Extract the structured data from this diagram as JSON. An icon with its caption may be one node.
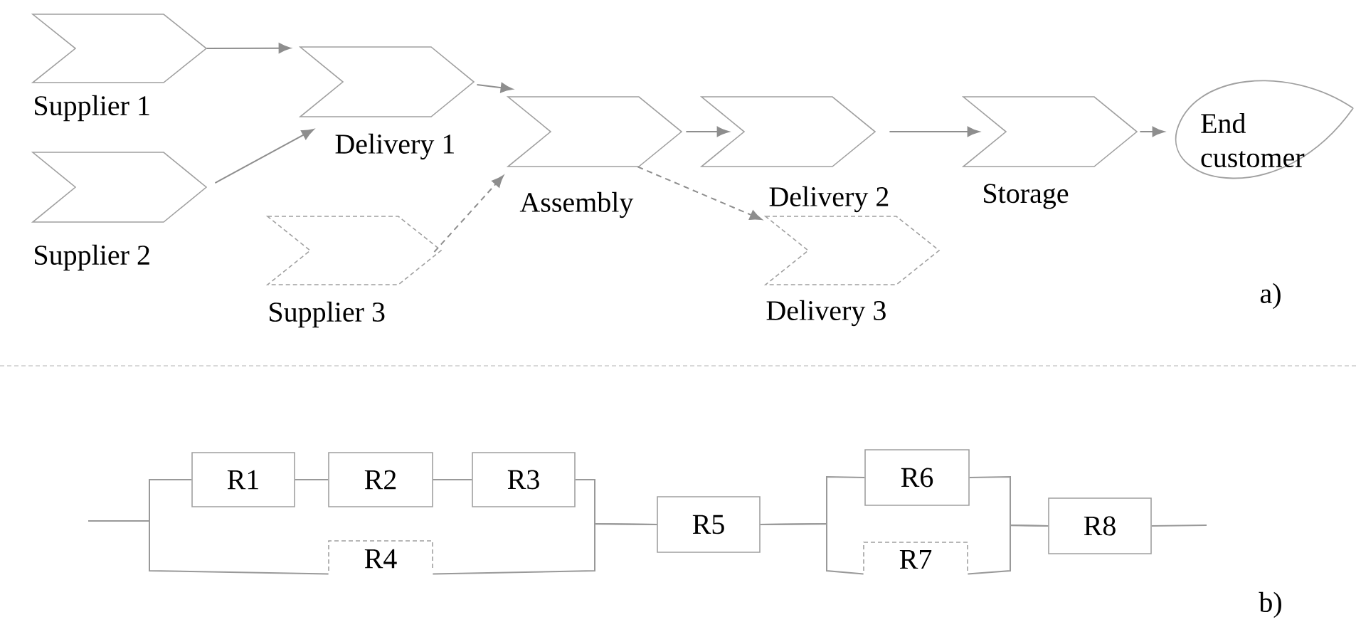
{
  "diagram": {
    "nodes": [
      {
        "text": [
          "Supplier 1"
        ]
      },
      {
        "text": [
          "Supplier 2"
        ]
      },
      {
        "text": [
          "Delivery 1"
        ]
      },
      {
        "text": [
          "Supplier 3"
        ]
      },
      {
        "text": [
          "Assembly"
        ]
      },
      {
        "text": [
          "Delivery 2"
        ]
      },
      {
        "text": [
          "Delivery 3"
        ]
      },
      {
        "text": [
          "Storage"
        ]
      },
      {
        "text": [
          "End customer"
        ]
      },
      {
        "text": [
          "R1"
        ]
      },
      {
        "text": [
          "R2"
        ]
      },
      {
        "text": [
          "R3"
        ]
      },
      {
        "text": [
          "R4"
        ]
      },
      {
        "text": [
          "R5"
        ]
      },
      {
        "text": [
          "R6"
        ]
      },
      {
        "text": [
          "R7"
        ]
      },
      {
        "text": [
          "R8"
        ]
      }
    ],
    "edges": [
      {
        "from": 0,
        "to": 2,
        "arrow": "to"
      },
      {
        "from": 1,
        "to": 2,
        "arrow": "to"
      },
      {
        "from": 2,
        "to": 4,
        "arrow": "to"
      },
      {
        "from": 3,
        "to": 4,
        "arrow": "to",
        "style": "dashed"
      },
      {
        "from": 4,
        "to": 5,
        "arrow": "to"
      },
      {
        "from": 4,
        "to": 6,
        "arrow": "to",
        "style": "dashed"
      },
      {
        "from": 5,
        "to": 7,
        "arrow": "to"
      },
      {
        "from": 7,
        "to": 8,
        "arrow": "to"
      },
      {
        "from": null,
        "to": 9,
        "arrow": "none"
      },
      {
        "from": null,
        "to": 12,
        "arrow": "none"
      },
      {
        "from": 9,
        "to": 10,
        "arrow": "none"
      },
      {
        "from": 10,
        "to": 11,
        "arrow": "none"
      },
      {
        "from": 11,
        "to": 13,
        "arrow": "none"
      },
      {
        "from": 12,
        "to": 13,
        "arrow": "none"
      },
      {
        "from": 13,
        "to": 14,
        "arrow": "none"
      },
      {
        "from": 13,
        "to": 15,
        "arrow": "none"
      },
      {
        "from": 14,
        "to": 16,
        "arrow": "none"
      },
      {
        "from": 15,
        "to": 16,
        "arrow": "none"
      },
      {
        "from": 16,
        "to": null,
        "arrow": "none"
      }
    ],
    "labels": [
      "a)",
      "b)"
    ]
  }
}
